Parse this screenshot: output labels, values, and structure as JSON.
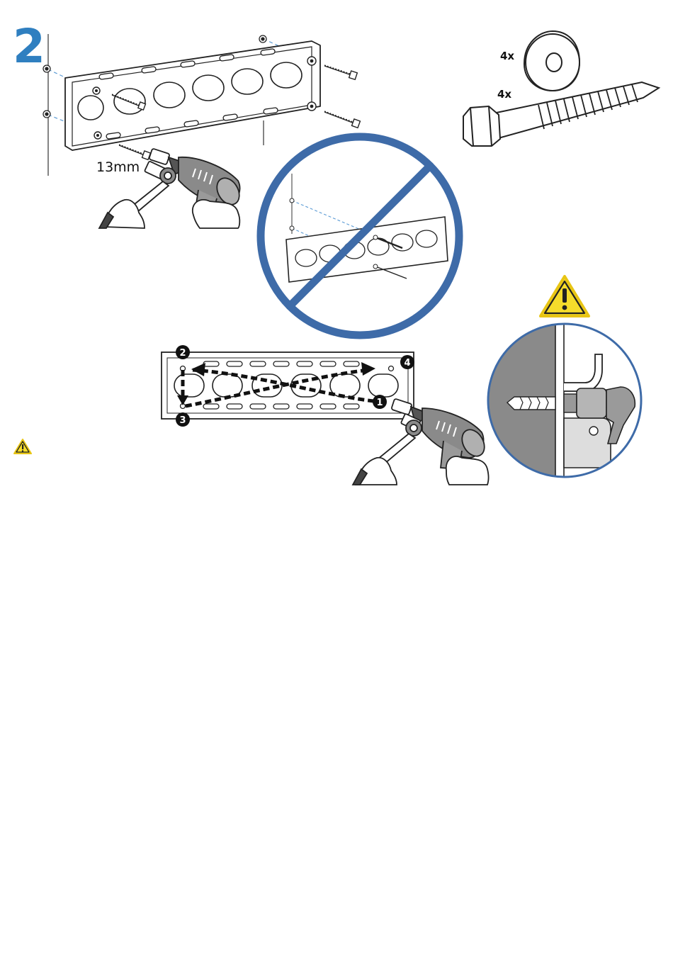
{
  "step": {
    "number": "2"
  },
  "parts": {
    "washer_qty": "4x",
    "bolt_qty": "4x"
  },
  "tools": {
    "socket_size": "13mm"
  },
  "sequence": {
    "labels": [
      "1",
      "2",
      "3",
      "4"
    ]
  },
  "colors": {
    "accent_blue": "#2f7fc0",
    "prohibition_blue": "#3e6ba8",
    "warning_yellow": "#f5dc2b",
    "line_dark": "#222222",
    "wall_grey": "#8a8a8a"
  },
  "icons": {
    "warning": "warning-triangle-icon",
    "prohibited": "prohibited-icon"
  }
}
